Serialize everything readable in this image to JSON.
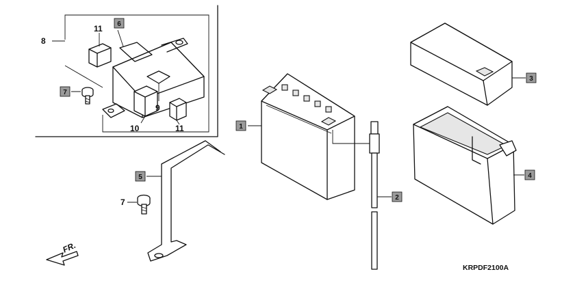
{
  "diagram": {
    "drawing_code": "KRPDF2100A",
    "direction_label": "FR.",
    "callouts": {
      "battery": "1",
      "breather_tube": "2",
      "battery_cover": "3",
      "battery_box": "4",
      "battery_band": "5",
      "fuse_box_cover": "6",
      "bolt_inset": "7",
      "bolt_main": "7",
      "fuse_box_assembly": "8",
      "fuse_9": "9",
      "fuse_10": "10",
      "fuse_11_top": "11",
      "fuse_11_bottom": "11"
    },
    "colors": {
      "line": "#111111",
      "callout_box": "#9b9b9b",
      "background": "#ffffff"
    }
  }
}
